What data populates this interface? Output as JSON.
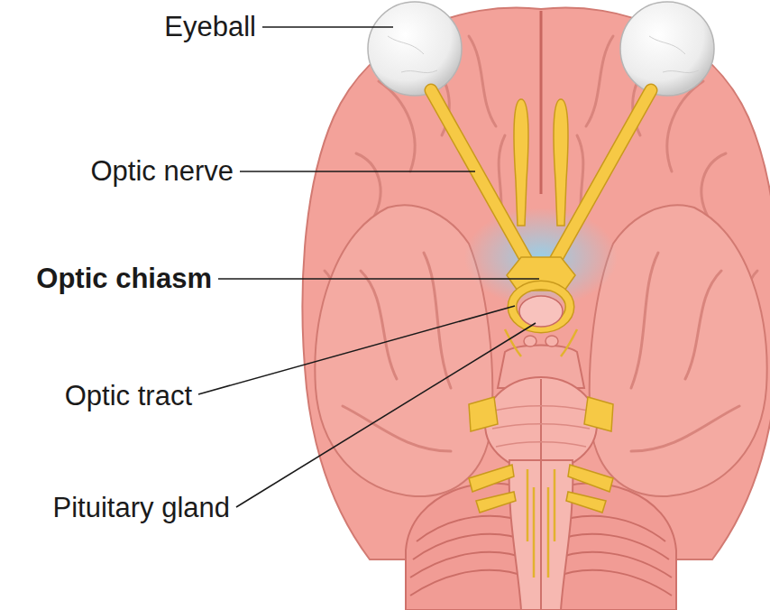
{
  "diagram": {
    "labels": [
      "Eyeball",
      "Optic nerve",
      "Optic chiasm",
      "Optic tract",
      "Pituitary gland"
    ]
  }
}
